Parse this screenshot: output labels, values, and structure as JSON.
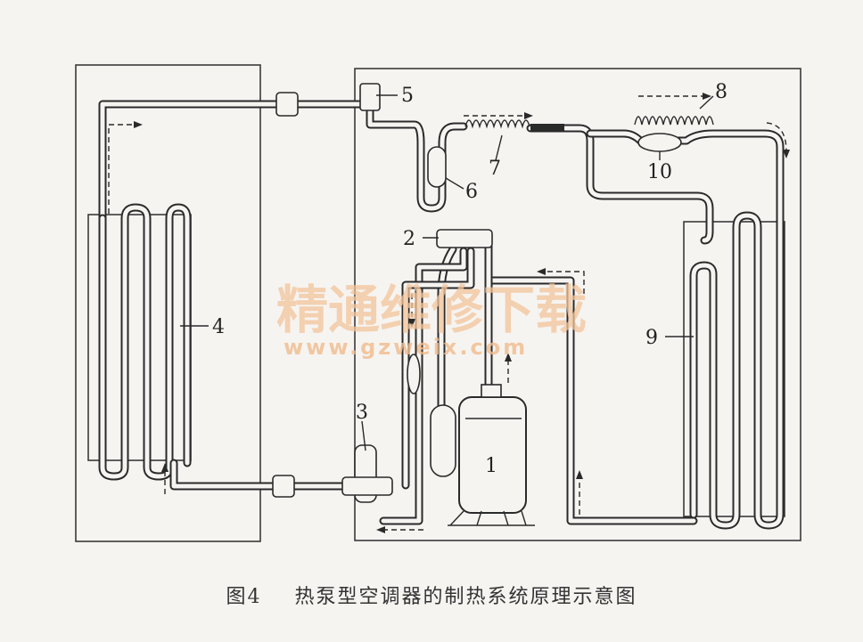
{
  "labels": {
    "compressor": "1",
    "four_way_valve": "2",
    "valve": "3",
    "indoor_heat_exchanger": "4",
    "valve_top": "5",
    "capillary_coil": "6",
    "coil_7": "7",
    "coil_8": "8",
    "outdoor_heat_exchanger": "9",
    "filter": "10"
  },
  "watermark": {
    "chinese": "精通维修下载",
    "url": "www.gzweix.com"
  },
  "caption": {
    "figure_number": "图4",
    "title": "热泵型空调器的制热系统原理示意图"
  }
}
